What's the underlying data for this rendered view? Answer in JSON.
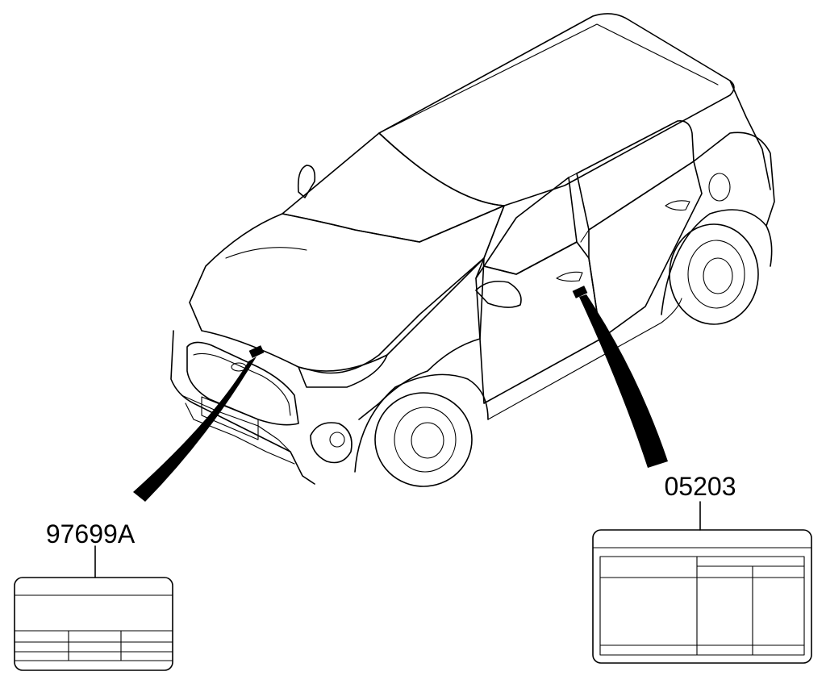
{
  "diagram": {
    "callouts": [
      {
        "id": "hood-label",
        "part_number": "97699A"
      },
      {
        "id": "door-label",
        "part_number": "05203"
      }
    ]
  }
}
